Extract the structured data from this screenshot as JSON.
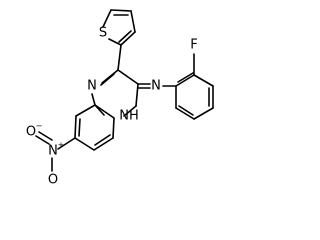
{
  "molecule": {
    "atoms": {
      "thiophene_s": "S",
      "quinoxaline_n4": "N",
      "quinoxaline_n1": "NH",
      "amine_n": "N",
      "fluorine": "F",
      "nitro_n": "N",
      "nitro_o_upper": "O",
      "nitro_o_lower": "O"
    }
  }
}
